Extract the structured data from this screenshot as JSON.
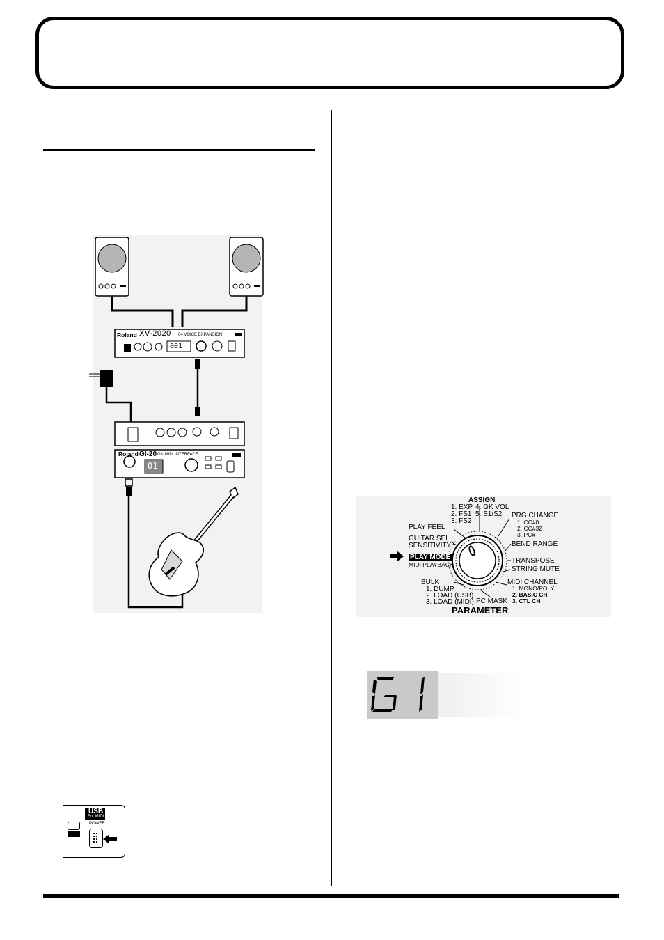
{
  "devices": {
    "xv_brand": "Roland",
    "xv_model": "XV-2020",
    "xv_sub": "64 VOICE EXPANSION",
    "xv_display": "001",
    "gi_brand": "Roland",
    "gi_model": "GI-20",
    "gi_sub": "GK-MIDI INTERFACE",
    "gi_display": "01"
  },
  "dial": {
    "assign": "ASSIGN",
    "assign_items": [
      "1. EXP",
      "2. FS1",
      "3. FS2",
      "4. GK VOL",
      "5. S1/S2"
    ],
    "prg_change": "PRG CHANGE",
    "prg_items": [
      "1. CC#0",
      "2. CC#32",
      "3. PC#"
    ],
    "bend_range": "BEND RANGE",
    "transpose": "TRANSPOSE",
    "string_mute": "STRING MUTE",
    "midi_channel": "MIDI CHANNEL",
    "midi_items": [
      "1. MONO/POLY",
      "2. BASIC CH",
      "3. CTL CH"
    ],
    "pc_mask": "PC MASK",
    "bulk": "BULK",
    "bulk_items": [
      "1. DUMP",
      "2. LOAD (USB)",
      "3. LOAD (MIDI)"
    ],
    "play_feel": "PLAY FEEL",
    "guitar_sel": "GUITAR SEL",
    "sensitivity": "SENSITIVITY",
    "play_mode": "PLAY MODE",
    "midi_playback": "MIDI PLAYBACK",
    "parameter": "PARAMETER"
  },
  "usb_panel": {
    "usb": "USB",
    "for_midi": "For MIDI",
    "power": "POWER"
  },
  "seg_display": "G1"
}
